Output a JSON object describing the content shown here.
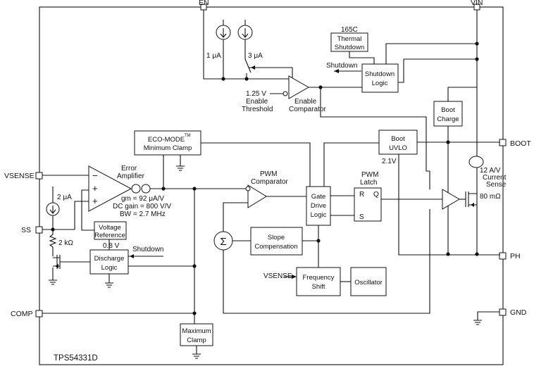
{
  "chip": "TPS54331D",
  "pins": {
    "en": "EN",
    "vin": "VIN",
    "vsense": "VSENSE",
    "ss": "SS",
    "comp": "COMP",
    "boot": "BOOT",
    "ph": "PH",
    "gnd": "GND"
  },
  "blocks": {
    "thermal": [
      "Thermal",
      "Shutdown"
    ],
    "thermal_temp": "165C",
    "shutdown_logic": [
      "Shutdown",
      "Logic"
    ],
    "boot_charge": [
      "Boot",
      "Charge"
    ],
    "boot_uvlo": [
      "Boot",
      "UVLO"
    ],
    "eco_mode": [
      "ECO-MODE",
      "Minimum Clamp"
    ],
    "eco_tm": "TM",
    "voltage_ref": [
      "Voltage",
      "Reference"
    ],
    "discharge": [
      "Discharge",
      "Logic"
    ],
    "gate_drive": [
      "Gate",
      "Drive",
      "Logic"
    ],
    "slope": [
      "Slope",
      "Compensation"
    ],
    "freq_shift": [
      "Frequency",
      "Shift"
    ],
    "oscillator": "Oscillator",
    "max_clamp": [
      "Maximum",
      "Clamp"
    ]
  },
  "labels": {
    "i1": "1 μA",
    "i3": "3 μA",
    "shutdown_top": "Shutdown",
    "enable_thresh_v": "1.25 V",
    "enable_thresh": [
      "Enable",
      "Threshold"
    ],
    "enable_comp": [
      "Enable",
      "Comparator"
    ],
    "error_amp": [
      "Error",
      "Amplifier"
    ],
    "gm": "gm = 92 μA/V",
    "dc_gain": "DC gain = 800 V/V",
    "bw": "BW = 2.7 MHz",
    "pwm_comp": [
      "PWM",
      "Comparator"
    ],
    "pwm_latch": [
      "PWM",
      "Latch"
    ],
    "latch_r": "R",
    "latch_q": "Q",
    "latch_s": "S",
    "v21": "2.1V",
    "current_sense": [
      "12 A/V",
      "Current",
      "Sense"
    ],
    "rdson": "80 mΩ",
    "i2": "2 μA",
    "r2k": "2 kΩ",
    "v08": "0.8 V",
    "shutdown_mid": "Shutdown",
    "vsense_in": "VSENSE",
    "sigma": "Σ",
    "plus": "+",
    "minus": "−"
  }
}
